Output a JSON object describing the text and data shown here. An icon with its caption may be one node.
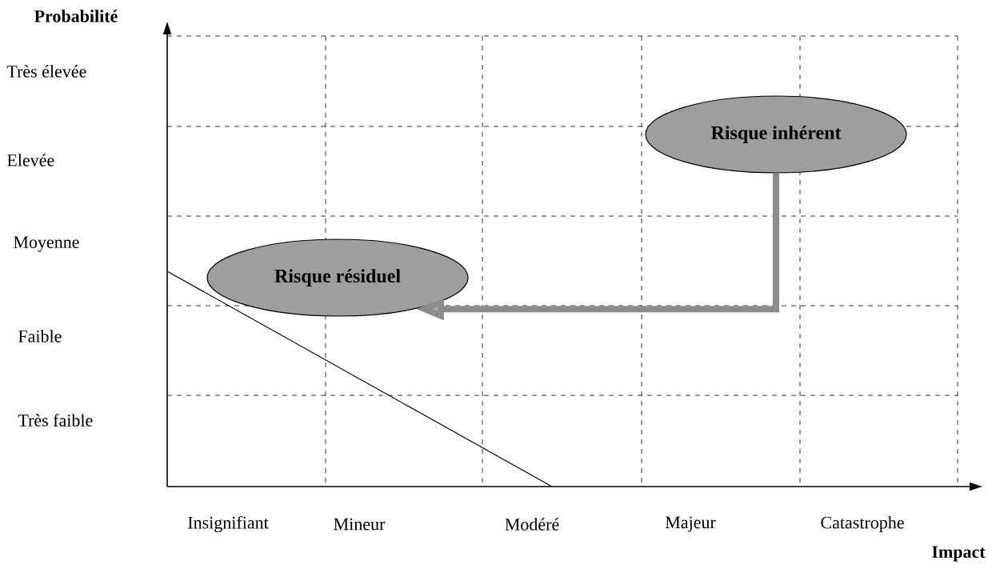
{
  "diagram": {
    "nodes": [
      {
        "text": [
          "Risque inhérent"
        ]
      },
      {
        "text": [
          "Risque résiduel"
        ]
      }
    ],
    "edges": [
      {
        "from": 0,
        "to": 1,
        "arrow": "to"
      }
    ],
    "labels": [
      "Probabilité",
      "Très élevée",
      "Elevée",
      "Moyenne",
      "Faible",
      "Très faible",
      "Insignifiant",
      "Mineur",
      "Modéré",
      "Majeur",
      "Catastrophe",
      "Impact"
    ]
  }
}
